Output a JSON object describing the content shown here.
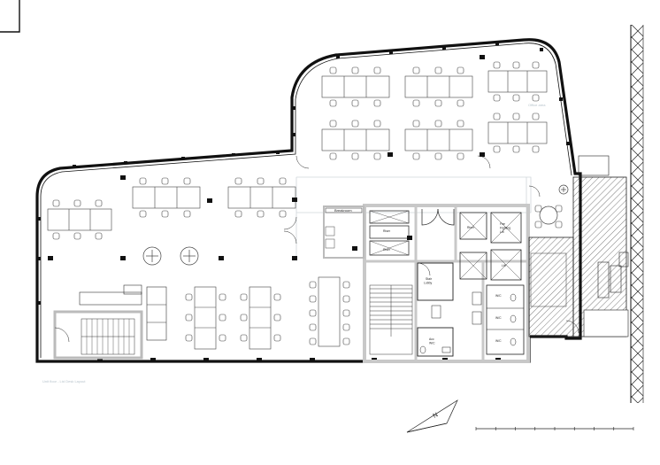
{
  "floorplan": {
    "rooms": {
      "stair_lobby": "Stair\nLobby",
      "fire_fighting_lift": "Fire\nFighting\nLift",
      "lift": "Lift",
      "riser_a": "Riser",
      "riser_b": "Riser",
      "riser_c": "Riser",
      "wc": "W/C",
      "acc_wc": "Acc\nW/C",
      "break_room": "Breakroom"
    },
    "wc_count": 3,
    "north_label": "N",
    "scale_bar_divisions": 8,
    "faint_labels": {
      "area_note": "Office area",
      "caption": "Unit floor - Ltd Desk Layout"
    },
    "colors": {
      "wall": "#111111",
      "core_wall": "#c8c8c8",
      "hatch": "#222222",
      "furniture": "#444444",
      "faint_text": "#b8c4cc"
    }
  }
}
